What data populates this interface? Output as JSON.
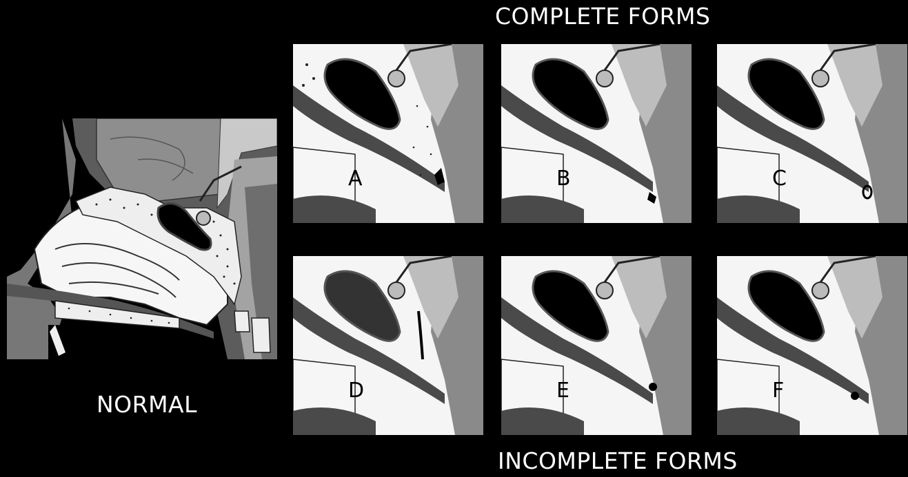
{
  "title_top": "COMPLETE FORMS",
  "title_bottom": "INCOMPLETE FORMS",
  "normal_label": "NORMAL",
  "panels": [
    {
      "id": "A",
      "label": "A",
      "variant": "complete-flap"
    },
    {
      "id": "B",
      "label": "B",
      "variant": "complete-tip"
    },
    {
      "id": "C",
      "label": "C",
      "variant": "complete-ring"
    },
    {
      "id": "D",
      "label": "D",
      "variant": "incomplete-long"
    },
    {
      "id": "E",
      "label": "E",
      "variant": "incomplete-dot"
    },
    {
      "id": "F",
      "label": "F",
      "variant": "incomplete-dot-low"
    }
  ],
  "colors": {
    "background": "#000000",
    "bone_light": "#f6f6f6",
    "tissue_mid": "#8a8a8a",
    "tissue_light": "#bdbdbd",
    "tissue_dark": "#4a4a4a",
    "cavity": "#000000"
  }
}
